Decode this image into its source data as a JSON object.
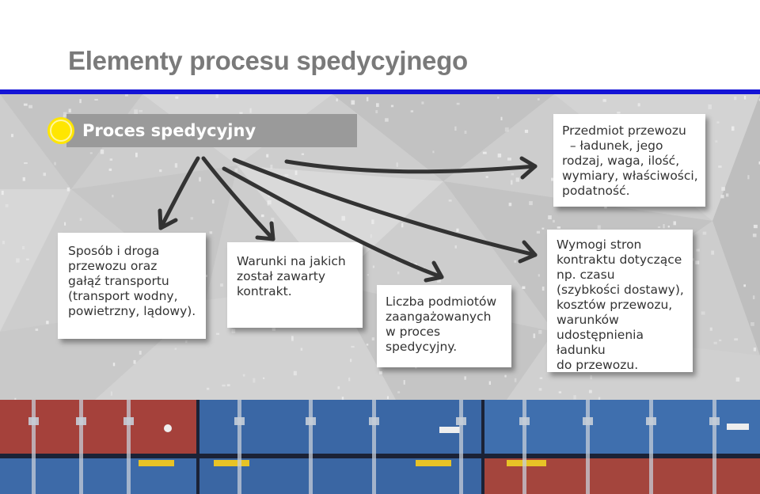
{
  "title": "Elementy procesu spedycyjnego",
  "header": {
    "label": "Proces spedycyjny"
  },
  "boxes": {
    "transport": [
      "Sposób i droga",
      "przewozu oraz",
      "gałąź transportu",
      "(transport wodny,",
      "powietrzny, lądowy)."
    ],
    "conditions": [
      "Warunki na jakich",
      "został zawarty",
      "kontrakt."
    ],
    "entities": [
      "Liczba podmiotów",
      "zaangażowanych",
      "w proces",
      "spedycyjny."
    ],
    "subject": [
      "Przedmiot przewozu",
      "  – ładunek, jego",
      "rodzaj, waga, ilość,",
      "wymiary, właściwości,",
      "podatność."
    ],
    "requirements": [
      "Wymogi stron",
      "kontraktu dotyczące",
      "np. czasu",
      "(szybkości dostawy),",
      "kosztów przewozu,",
      "warunków",
      "udostępnienia",
      "ładunku",
      "do przewozu."
    ]
  },
  "colors": {
    "title": "#7a7a7a",
    "rule": "#1414d6",
    "header_bg": "#9a9a9a",
    "sun": "#ffe600",
    "arrow": "#333333",
    "panel_bg": "#cdcdcd"
  },
  "icons": {
    "header": "sun-icon"
  }
}
